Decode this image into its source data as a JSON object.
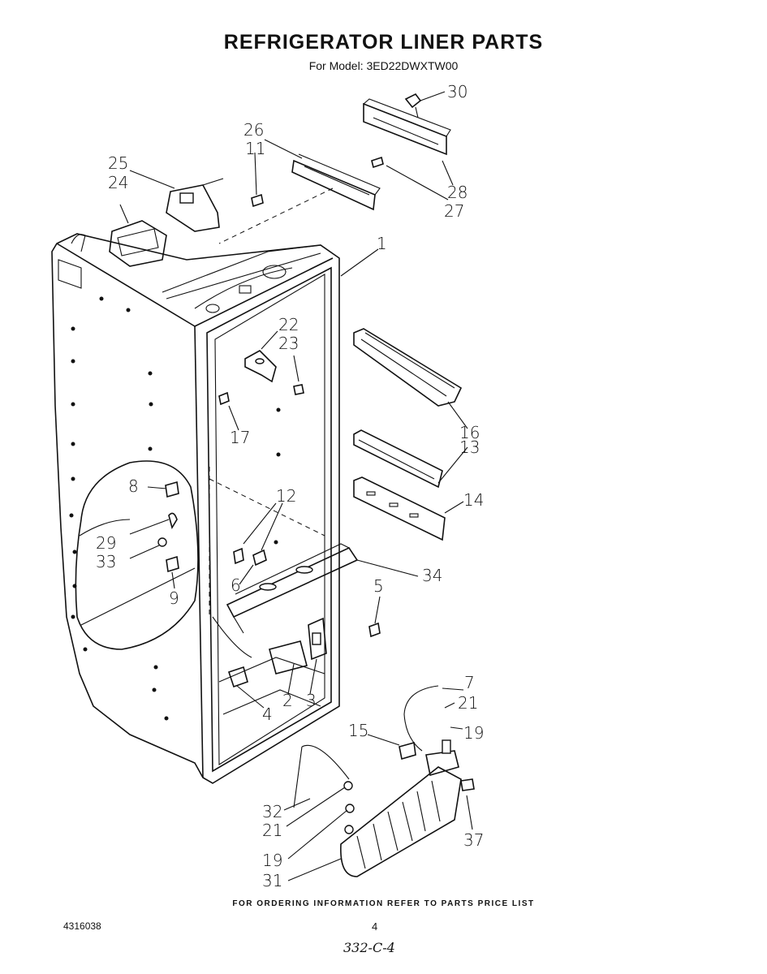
{
  "header": {
    "title": "REFRIGERATOR LINER PARTS",
    "model_line": "For Model: 3ED22DWXTW00"
  },
  "footer": {
    "ordering_note": "FOR ORDERING INFORMATION REFER TO PARTS PRICE LIST",
    "document_number": "4316038",
    "page_number": "4",
    "handwritten_note": "332-C-4"
  },
  "callouts": [
    "30",
    "26",
    "11",
    "28",
    "27",
    "25",
    "24",
    "1",
    "22",
    "23",
    "16",
    "13",
    "17",
    "14",
    "12",
    "8",
    "29",
    "33",
    "34",
    "6",
    "9",
    "5",
    "7",
    "21",
    "2",
    "3",
    "4",
    "19",
    "15",
    "32",
    "21",
    "37",
    "19",
    "31"
  ]
}
